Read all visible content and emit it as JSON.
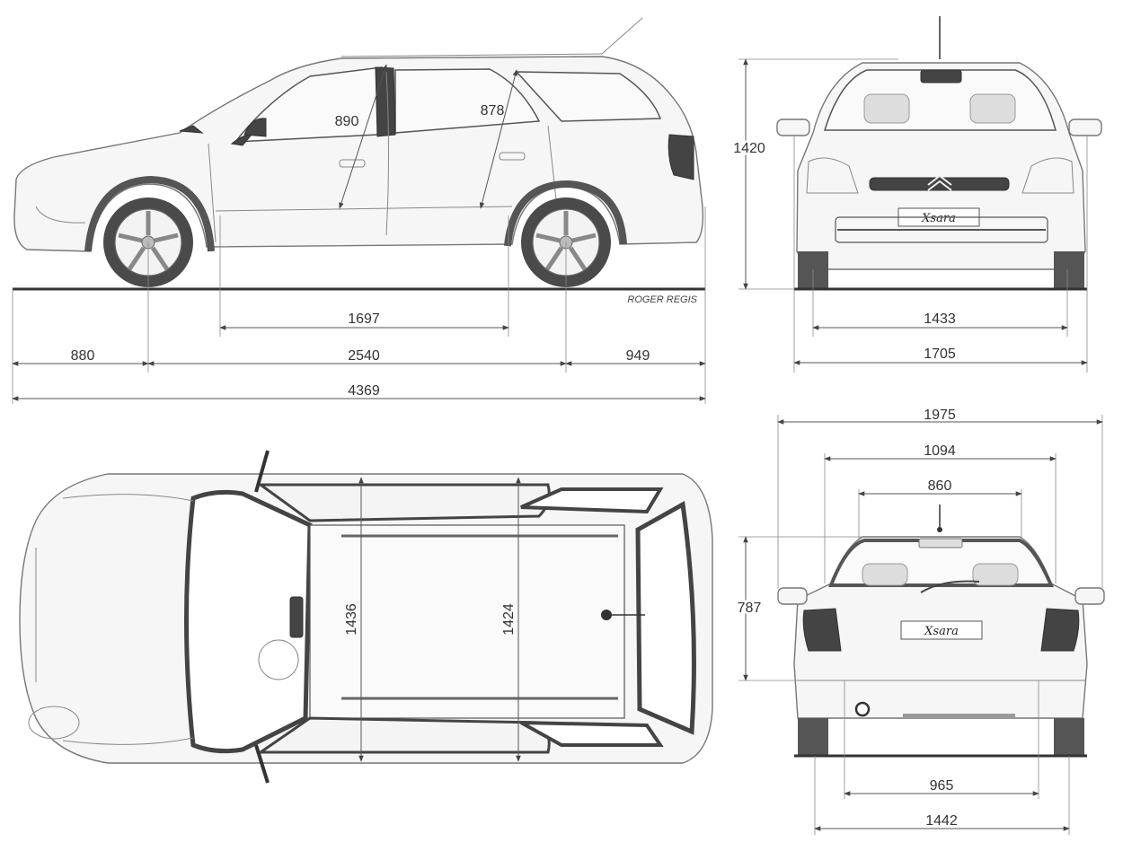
{
  "credit": "ROGER REGIS",
  "badge": "Xsara",
  "side_view": {
    "door_front_window": "890",
    "door_rear_window": "878",
    "interior_length": "1697",
    "front_overhang": "880",
    "wheelbase": "2540",
    "rear_overhang": "949",
    "overall_length": "4369"
  },
  "front_view": {
    "height": "1420",
    "front_track": "1433",
    "body_width": "1705"
  },
  "top_view": {
    "front_interior_width": "1436",
    "rear_interior_width": "1424"
  },
  "rear_view": {
    "width_with_mirrors": "1975",
    "tailgate_width": "1094",
    "rear_window_width": "860",
    "rear_window_height": "787",
    "load_opening_width": "965",
    "rear_track": "1442"
  }
}
